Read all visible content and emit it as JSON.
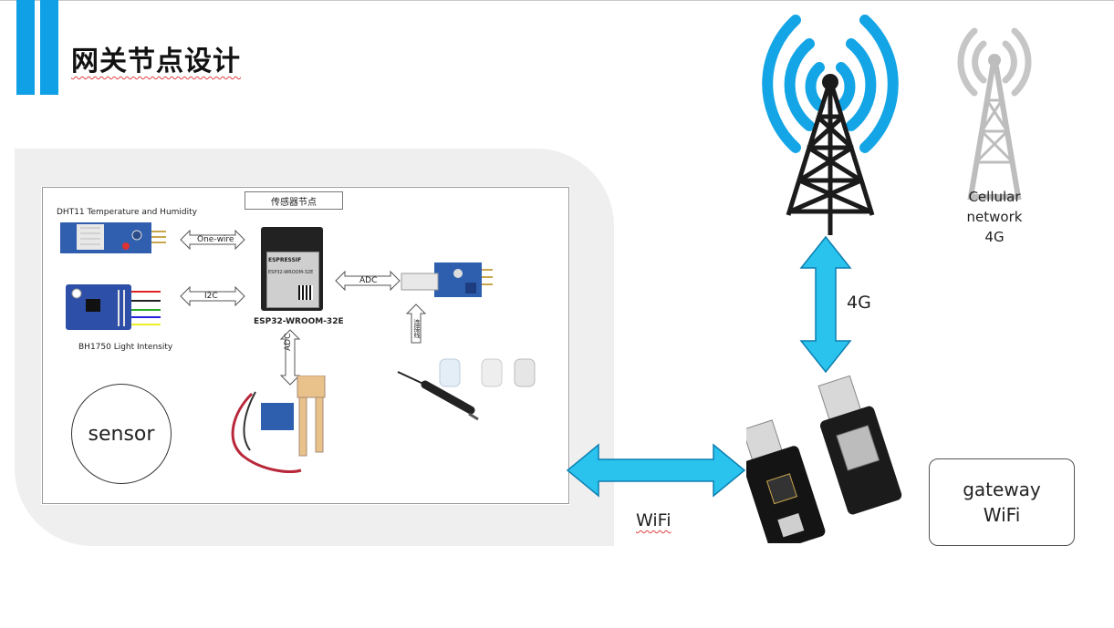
{
  "slide": {
    "title": "网关节点设计"
  },
  "colors": {
    "accent": "#0fa0e6",
    "arrow": "#29c3ee",
    "arrow_stroke": "#0d7fb0",
    "panel": "#efefef"
  },
  "board": {
    "title": "传感器节点",
    "dht11_label": "DHT11  Temperature and Humidity",
    "bh1750_label": "BH1750  Light Intensity",
    "mcu_label": "ESP32-WROOM-32E",
    "mcu_chip_brand": "ESPRESSIF",
    "mcu_chip_model": "ESP32-WROOM-32E",
    "link_onewire": "One-wire",
    "link_i2c": "I2C",
    "link_adc_right": "ADC",
    "link_adc_down": "ADC",
    "link_probe": "连接线",
    "sensor_circle": "sensor"
  },
  "diagram": {
    "cellular_label": [
      "Cellular",
      "network",
      "4G"
    ],
    "edge_4g": "4G",
    "edge_wifi": "WiFi",
    "gateway_label": [
      "gateway",
      "WiFi"
    ]
  },
  "icons": [
    "signal-tower-icon",
    "cellular-tower-icon",
    "gateway-board-image"
  ]
}
